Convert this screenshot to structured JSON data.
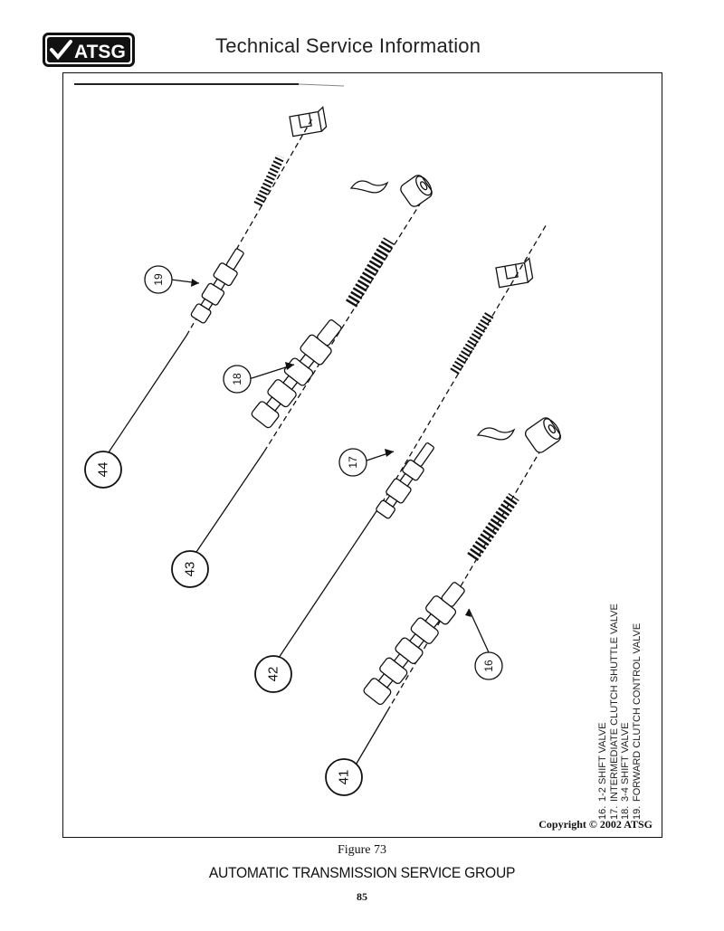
{
  "header": {
    "logo_text": "ATSG",
    "title": "Technical Service Information"
  },
  "figure": {
    "callouts": [
      "16",
      "17",
      "18",
      "19",
      "41",
      "42",
      "43",
      "44"
    ],
    "legend": [
      {
        "num": "16.",
        "text": "1-2 SHIFT VALVE"
      },
      {
        "num": "17.",
        "text": "INTERMEDIATE CLUTCH SHUTTLE VALVE"
      },
      {
        "num": "18.",
        "text": "3-4 SHIFT VALVE"
      },
      {
        "num": "19.",
        "text": "FORWARD CLUTCH CONTROL VALVE"
      }
    ],
    "copyright": "Copyright © 2002 ATSG"
  },
  "footer": {
    "caption": "Figure 73",
    "title": "AUTOMATIC TRANSMISSION SERVICE GROUP",
    "page_number": "85"
  }
}
